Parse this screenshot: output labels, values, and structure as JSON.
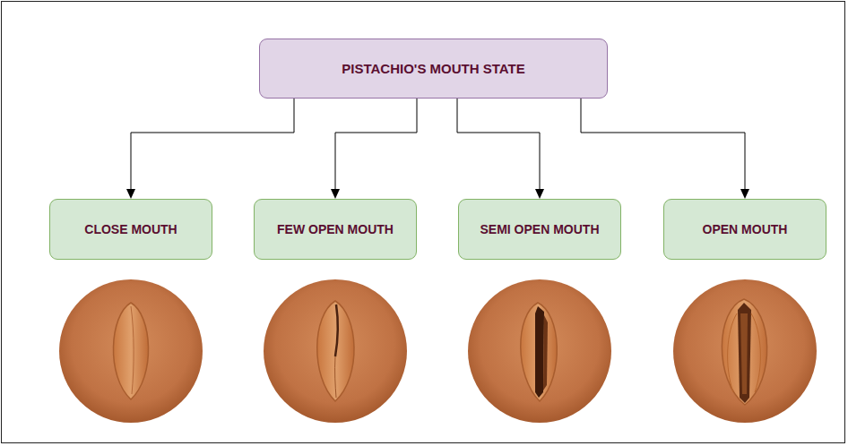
{
  "diagram": {
    "nodes": [
      {
        "text": [
          "PISTACHIO'S MOUTH STATE"
        ]
      },
      {
        "text": [
          "CLOSE MOUTH"
        ]
      },
      {
        "text": [
          "FEW OPEN MOUTH"
        ]
      },
      {
        "text": [
          "SEMI OPEN MOUTH"
        ]
      },
      {
        "text": [
          "OPEN MOUTH"
        ]
      }
    ],
    "edges": [
      {
        "from": 0,
        "to": 1,
        "arrow": "to"
      },
      {
        "from": 0,
        "to": 2,
        "arrow": "to"
      },
      {
        "from": 0,
        "to": 3,
        "arrow": "to"
      },
      {
        "from": 0,
        "to": 4,
        "arrow": "to"
      }
    ]
  }
}
